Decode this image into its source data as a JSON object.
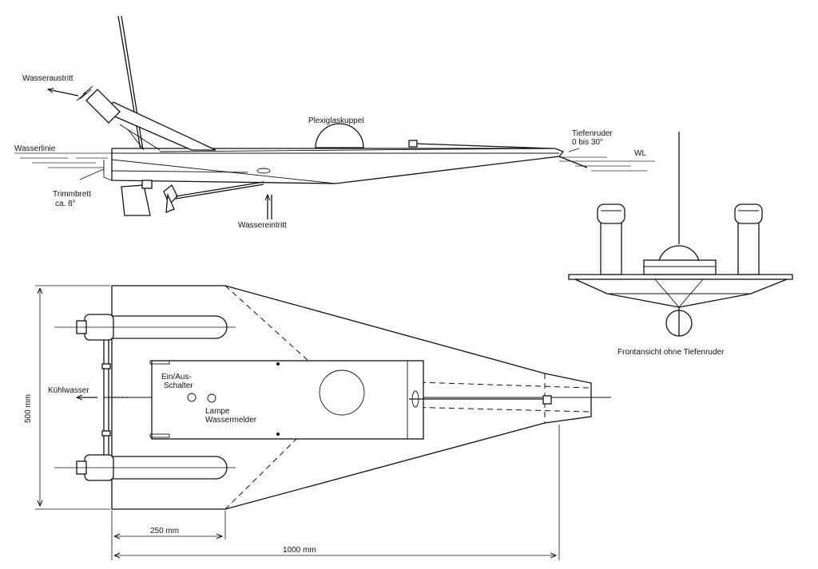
{
  "side_view": {
    "labels": {
      "water_outlet": "Wasseraustritt",
      "waterline": "Wasserlinie",
      "plexiglass_dome": "Plexiglaskuppel",
      "depth_rudder_line1": "Tiefenruder",
      "depth_rudder_line2": "0 bis 30°",
      "wl": "WL",
      "trim_board_line1": "Trimmbrett",
      "trim_board_line2": "ca. 8°",
      "water_inlet": "Wassereintritt"
    }
  },
  "front_view": {
    "caption": "Frontansicht ohne Tiefenruder"
  },
  "top_view": {
    "labels": {
      "cooling_water": "Kühlwasser",
      "switch_line1": "Ein/Aus-",
      "switch_line2": "Schalter",
      "lamp_line1": "Lampe",
      "lamp_line2": "Wassermelder"
    },
    "dimensions": {
      "height": "500 mm",
      "width_partial": "250 mm",
      "width_total": "1000 mm"
    }
  }
}
